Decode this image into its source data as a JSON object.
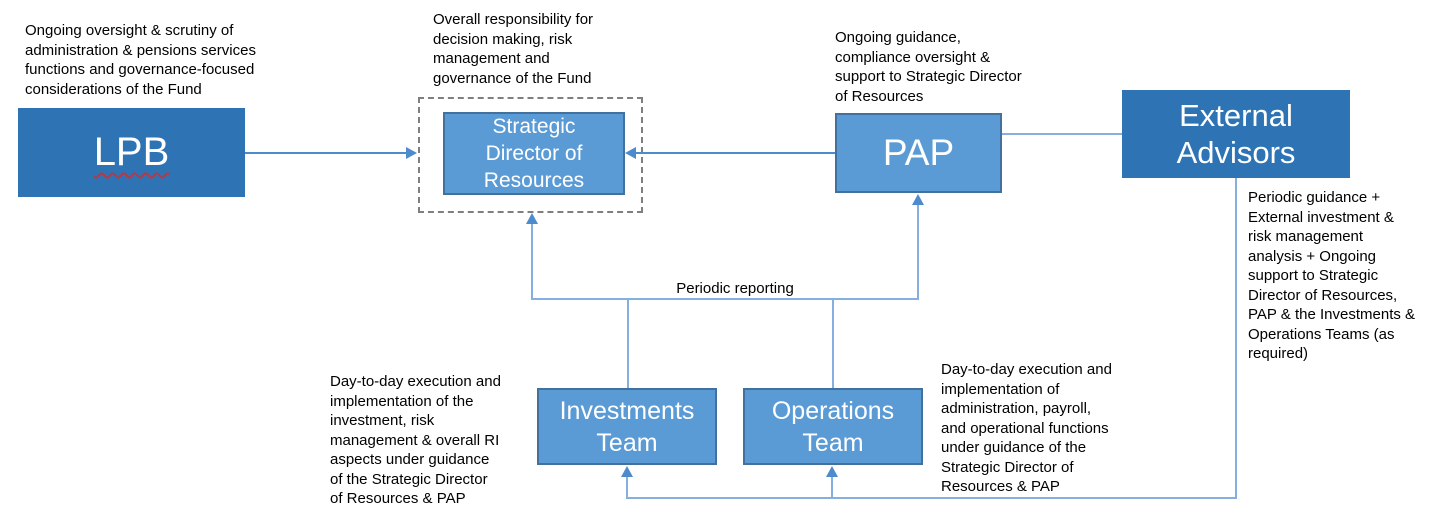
{
  "colors": {
    "dark_blue": "#2e74b5",
    "medium_blue": "#5b9bd5",
    "medium_border": "#41719c",
    "line_blue": "#4d8bcc",
    "line_light": "#85afde",
    "dashed_gray": "#7f7f7f",
    "squiggle_red": "#b23a48",
    "text": "#000000"
  },
  "boxes": {
    "lpb": {
      "label": "LPB"
    },
    "strategic_director": {
      "label": "Strategic\nDirector of\nResources"
    },
    "pap": {
      "label": "PAP"
    },
    "external_advisors": {
      "label": "External\nAdvisors"
    },
    "investments": {
      "label": "Investments\nTeam"
    },
    "operations": {
      "label": "Operations\nTeam"
    }
  },
  "annotations": {
    "lpb_note": "Ongoing oversight & scrutiny of\nadministration & pensions services\nfunctions and governance-focused\nconsiderations of the Fund",
    "sdr_note": "Overall responsibility for\ndecision making, risk\nmanagement and\ngovernance of the Fund",
    "pap_note": "Ongoing guidance,\ncompliance oversight &\nsupport to Strategic Director\nof Resources",
    "ea_note": "Periodic guidance +\nExternal investment &\nrisk management\nanalysis + Ongoing\nsupport to Strategic\nDirector of Resources,\nPAP & the Investments &\nOperations Teams (as\nrequired)",
    "investments_note": "Day-to-day execution and\nimplementation of the\ninvestment, risk\nmanagement & overall RI\naspects under guidance\nof the Strategic Director\nof Resources & PAP",
    "operations_note": "Day-to-day execution and\nimplementation of\nadministration, payroll,\nand operational functions\nunder guidance of the\nStrategic Director of\nResources & PAP",
    "periodic_reporting": "Periodic reporting"
  }
}
